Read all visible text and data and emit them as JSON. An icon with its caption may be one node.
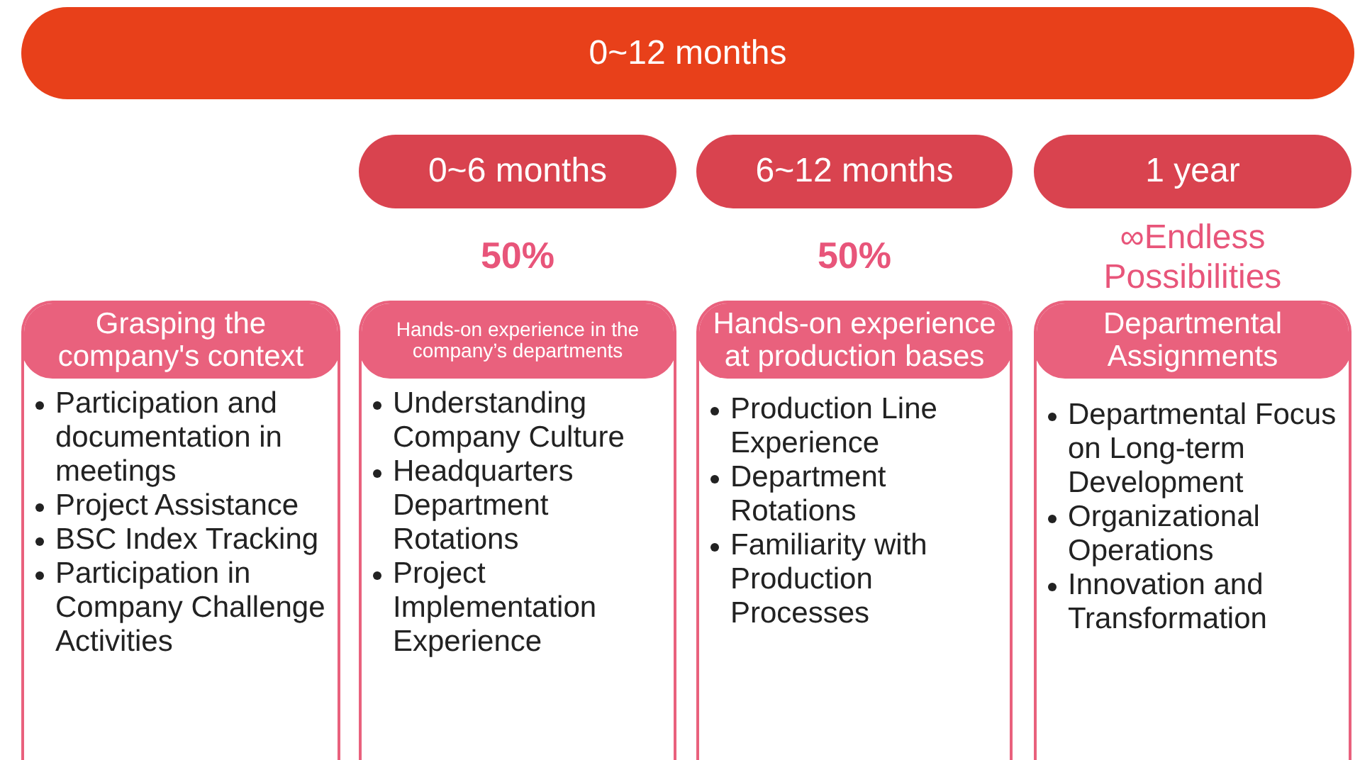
{
  "diagram": {
    "nodes": [
      {
        "text": [
          "0~12 months"
        ]
      },
      {
        "text": [
          "0~6 months"
        ],
        "beside": [
          "50%"
        ]
      },
      {
        "text": [
          "6~12 months"
        ],
        "beside": [
          "50%"
        ]
      },
      {
        "text": [
          "1 year"
        ],
        "beside": [
          "∞Endless Possibilities"
        ]
      },
      {
        "text": [
          "Grasping the company's context",
          "Participation and documentation in meetings",
          "Project Assistance",
          "BSC Index Tracking",
          "Participation in Company Challenge Activities"
        ]
      },
      {
        "text": [
          "Hands-on experience in the company’s departments",
          "Understanding Company Culture",
          "Headquarters Department Rotations",
          "Project Implementation Experience"
        ]
      },
      {
        "text": [
          "Hands-on experience at production bases",
          "Production Line Experience",
          "Department Rotations",
          "Familiarity with Production Processes"
        ]
      },
      {
        "text": [
          "Departmental Assignments",
          "Departmental Focus on Long-term Development",
          "Organizational Operations",
          "Innovation and Transformation"
        ]
      }
    ]
  }
}
